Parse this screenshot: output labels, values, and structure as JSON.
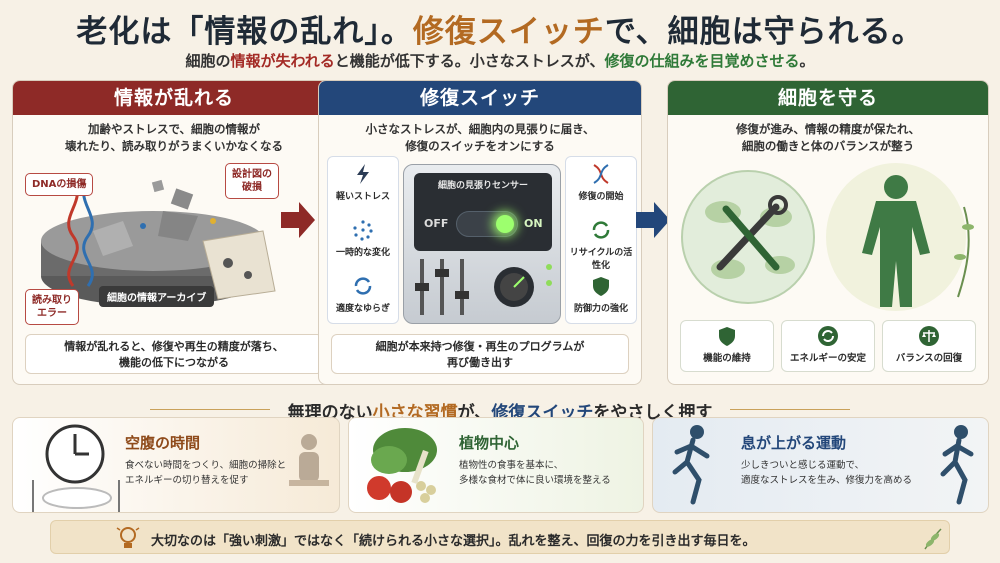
{
  "header": {
    "title_part1": "老化は「情報の乱れ」。",
    "title_part2": "修復スイッチ",
    "title_part3": "で、細胞は守られる。",
    "subtitle_part1": "細胞の",
    "subtitle_red": "情報が失われる",
    "subtitle_part2": "と機能が低下する。小さなストレスが、",
    "subtitle_green": "修復の仕組みを目覚めさせる",
    "subtitle_part3": "。"
  },
  "panel1": {
    "heading": "情報が乱れる",
    "desc_line1": "加齢やストレスで、細胞の情報が",
    "desc_line2": "壊れたり、読み取りがうまくいかなくなる",
    "tag_dna": "DNAの損傷",
    "tag_blueprint_line1": "設計図の",
    "tag_blueprint_line2": "破損",
    "tag_read_line1": "読み取り",
    "tag_read_line2": "エラー",
    "archive_label": "細胞の情報アーカイブ",
    "foot_line1": "情報が乱れると、修復や再生の精度が落ち、",
    "foot_line2": "機能の低下につながる"
  },
  "panel2": {
    "heading": "修復スイッチ",
    "desc_line1": "小さなストレスが、細胞内の見張りに届き、",
    "desc_line2": "修復のスイッチをオンにする",
    "left_items": [
      "軽いストレス",
      "一時的な変化",
      "適度なゆらぎ"
    ],
    "right_items": [
      "修復の開始",
      "リサイクルの活性化",
      "防御力の強化"
    ],
    "sensor_title": "細胞の見張りセンサー",
    "off_label": "OFF",
    "on_label": "ON",
    "foot_line1": "細胞が本来持つ修復・再生のプログラムが",
    "foot_line2": "再び働き出す"
  },
  "panel3": {
    "heading": "細胞を守る",
    "desc_line1": "修復が進み、情報の精度が保たれ、",
    "desc_line2": "細胞の働きと体のバランスが整う",
    "items": [
      "機能の維持",
      "エネルギーの安定",
      "バランスの回復"
    ]
  },
  "habits": {
    "line_part1": "無理のない",
    "line_orange": "小さな習慣",
    "line_part2": "が、",
    "line_blue": "修復スイッチ",
    "line_part3": "をやさしく押す",
    "cards": [
      {
        "title": "空腹の時間",
        "body_line1": "食べない時間をつくり、細胞の掃除と",
        "body_line2": "エネルギーの切り替えを促す"
      },
      {
        "title": "植物中心",
        "body_line1": "植物性の食事を基本に、",
        "body_line2": "多様な食材で体に良い環境を整える"
      },
      {
        "title": "息が上がる運動",
        "body_line1": "少しきついと感じる運動で、",
        "body_line2": "適度なストレスを生み、修復力を高める"
      }
    ]
  },
  "footer": {
    "message": "大切なのは「強い刺激」ではなく「続けられる小さな選択」。乱れを整え、回復の力を引き出す毎日を。"
  },
  "colors": {
    "red": "#8e2a27",
    "blue": "#23477a",
    "green": "#2f6434",
    "orange": "#b36a22",
    "background": "#f7f1e6"
  }
}
